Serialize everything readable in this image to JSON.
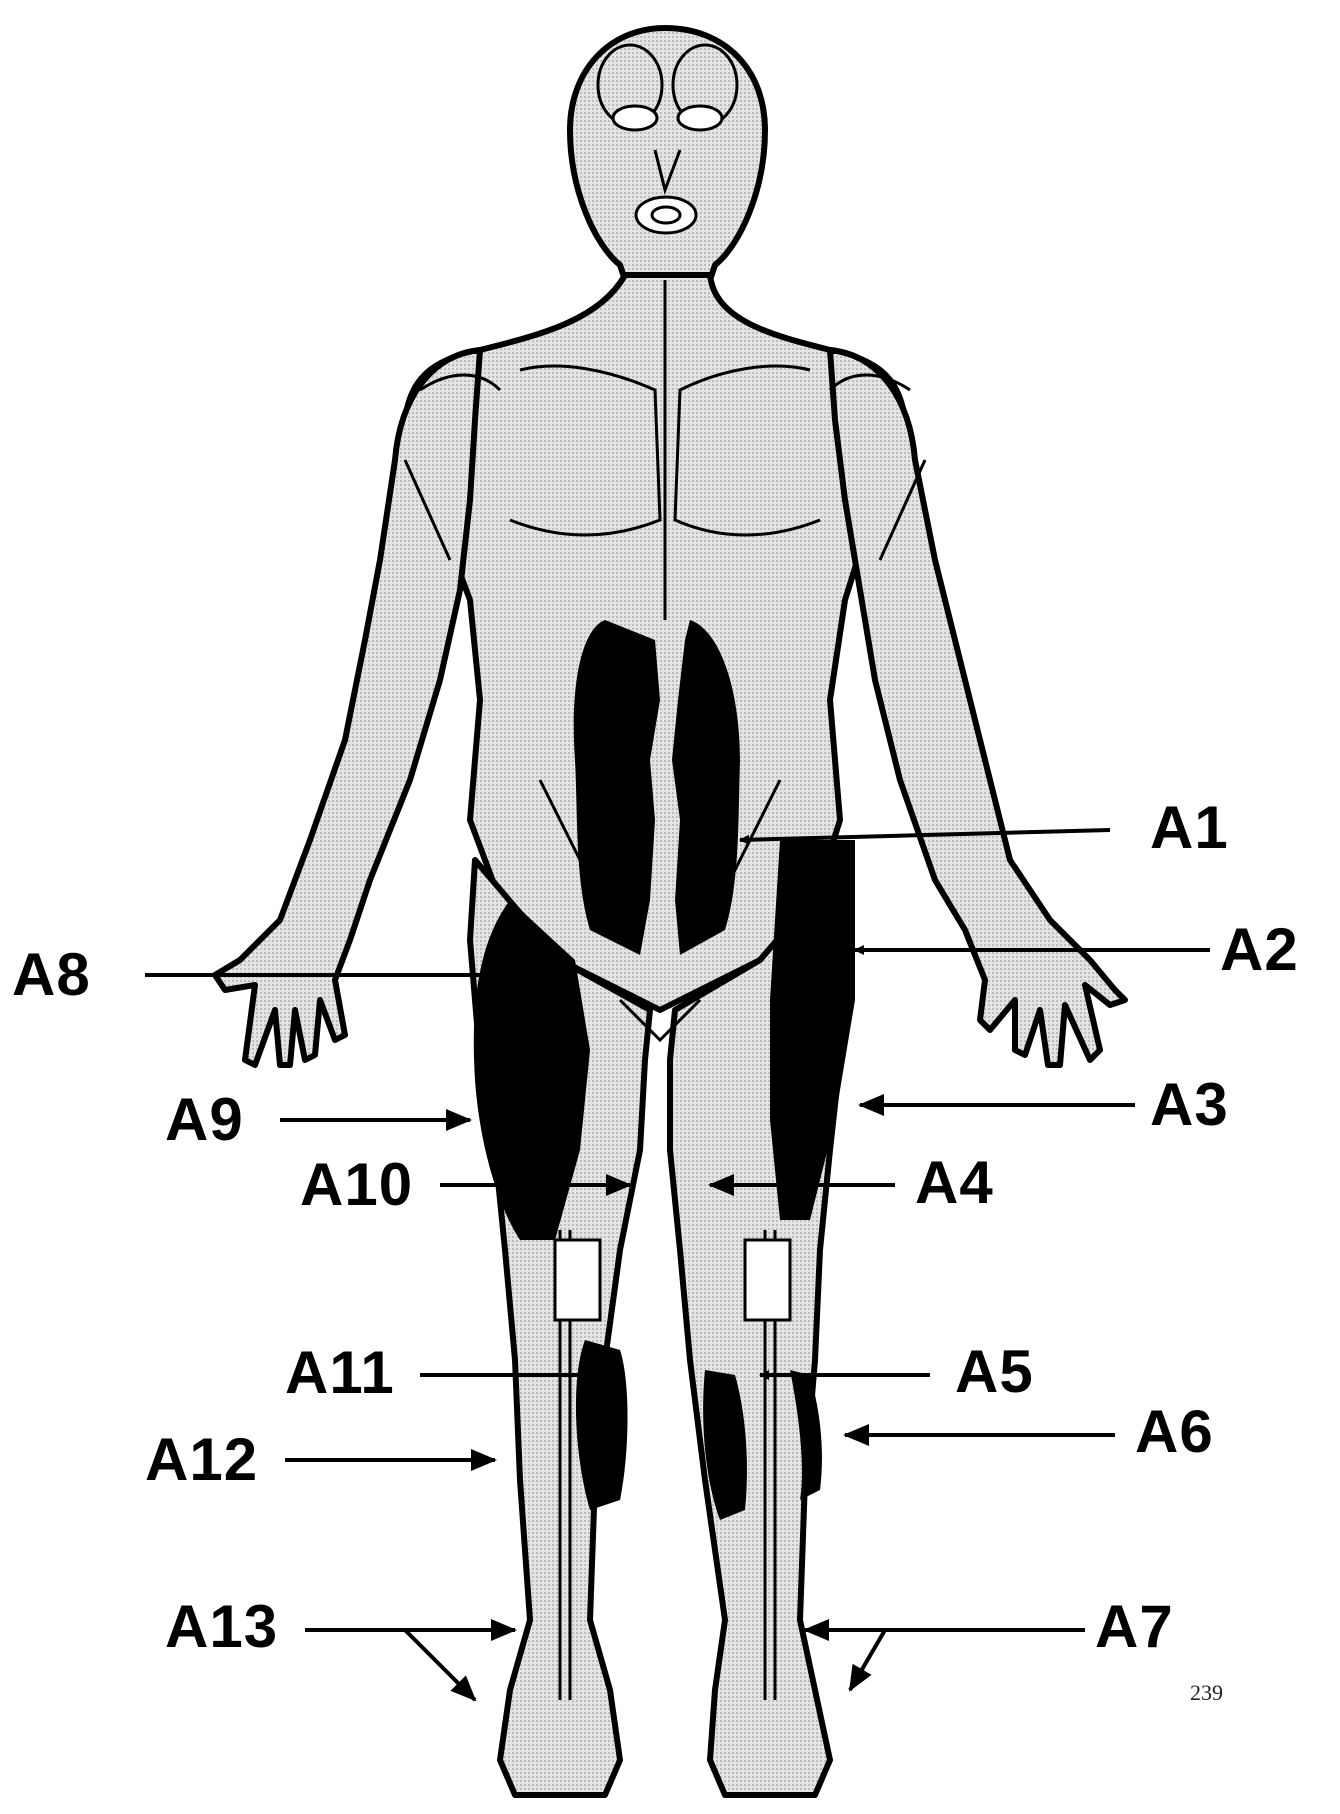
{
  "labels": {
    "a1": "A1",
    "a2": "A2",
    "a3": "A3",
    "a4": "A4",
    "a5": "A5",
    "a6": "A6",
    "a7": "A7",
    "a8": "A8",
    "a9": "A9",
    "a10": "A10",
    "a11": "A11",
    "a12": "A12",
    "a13": "A13"
  },
  "page_number": "239",
  "colors": {
    "outline": "#000000",
    "skin": "#d9d9d9",
    "highlight": "#000000",
    "background": "#ffffff"
  }
}
